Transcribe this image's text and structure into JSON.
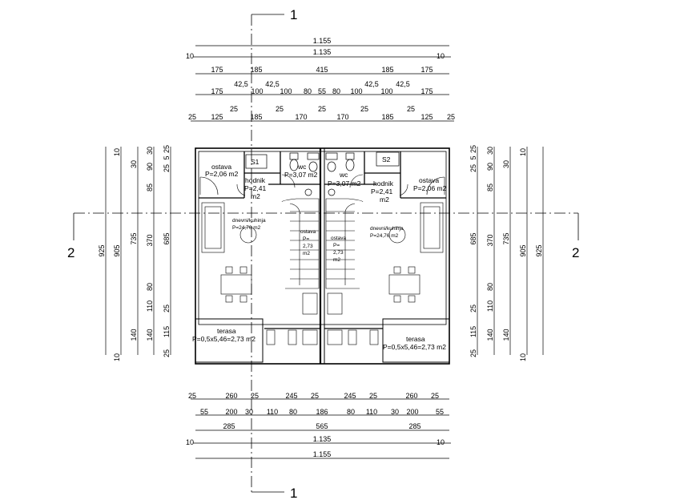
{
  "sections": {
    "top": "1",
    "bottom": "1",
    "left": "2",
    "right": "2"
  },
  "top_dims": {
    "row1": [
      "1.155"
    ],
    "row2": [
      "10",
      "1.135",
      "10"
    ],
    "row3": [
      "175",
      "185",
      "415",
      "185",
      "175"
    ],
    "row4": [
      "42,5",
      "42,5",
      "42,5",
      "42,5"
    ],
    "row5": [
      "175",
      "100",
      "100",
      "80",
      "55",
      "80",
      "100",
      "100",
      "175"
    ],
    "row6": [
      "25",
      "25",
      "25",
      "25",
      "25"
    ],
    "row7": [
      "25",
      "125",
      "185",
      "170",
      "170",
      "185",
      "125",
      "25"
    ]
  },
  "bottom_dims": {
    "row1": [
      "25",
      "260",
      "25",
      "245",
      "25",
      "245",
      "25",
      "260",
      "25"
    ],
    "row2": [
      "55",
      "200",
      "30",
      "110",
      "80",
      "186",
      "80",
      "110",
      "30",
      "200",
      "55"
    ],
    "row3": [
      "285",
      "565",
      "285"
    ],
    "row4": [
      "10",
      "1.135",
      "10"
    ],
    "row5": [
      "1.155"
    ]
  },
  "left_dims": {
    "outer": [
      "925"
    ],
    "mid": [
      "10",
      "905",
      "10"
    ],
    "c3": [
      "30",
      "735",
      "140"
    ],
    "c4": [
      "30",
      "90",
      "85",
      "370",
      "80",
      "110",
      "140"
    ],
    "c5": [
      "25",
      "5",
      "25",
      "685",
      "25",
      "115",
      "25"
    ]
  },
  "right_dims": {
    "outer": [
      "925"
    ],
    "mid": [
      "10",
      "905",
      "10"
    ],
    "c3": [
      "30",
      "735",
      "140"
    ],
    "c4": [
      "30",
      "90",
      "85",
      "370",
      "80",
      "110",
      "140"
    ],
    "c5": [
      "25",
      "5",
      "25",
      "685",
      "25",
      "115",
      "25"
    ]
  },
  "rooms": {
    "s1": "S1",
    "s2": "S2",
    "ostava_l_name": "ostava",
    "ostava_l_area": "P=2,06 m2",
    "ostava_r_name": "ostava",
    "ostava_r_area": "P=2,06 m2",
    "hodnik_l_name": "hodnik",
    "hodnik_l_area1": "P=2,41",
    "hodnik_l_area2": "m2",
    "hodnik_r_name": "hodnik",
    "hodnik_r_area1": "P=2,41",
    "hodnik_r_area2": "m2",
    "wc_l_name": "wc",
    "wc_l_area": "P=3,07 m2",
    "wc_r_name": "wc",
    "wc_r_area": "P=3,07 m2",
    "dk_l_name": "dnevni/kuhinja",
    "dk_l_area": "P=24,76 m2",
    "dk_r_name": "dnevni/kuhinja",
    "dk_r_area": "P=24,76 m2",
    "stair_l": [
      "ostava",
      "P=",
      "2,73",
      "m2"
    ],
    "stair_r": [
      "ostava",
      "P=",
      "2,73",
      "m2"
    ],
    "terasa_l_name": "terasa",
    "terasa_l_area": "P=0,5x5,46=2,73 m2",
    "terasa_r_name": "terasa",
    "terasa_r_area": "P=0,5x5,46=2,73 m2"
  }
}
